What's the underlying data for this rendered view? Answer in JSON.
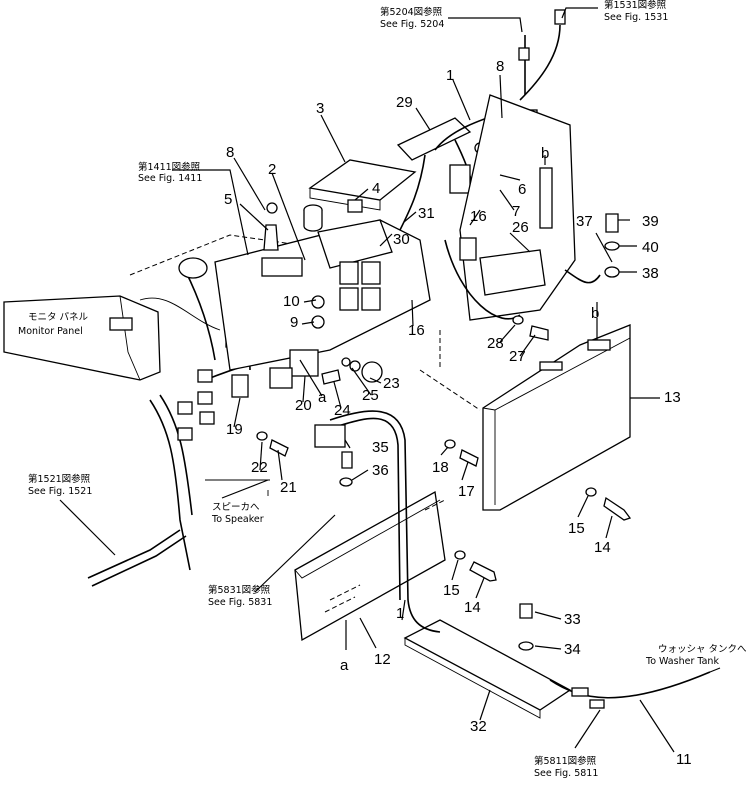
{
  "part_numbers": [
    "1",
    "1",
    "2",
    "3",
    "4",
    "5",
    "6",
    "7",
    "8",
    "8",
    "9",
    "10",
    "11",
    "12",
    "13",
    "14",
    "14",
    "15",
    "15",
    "16",
    "16",
    "17",
    "18",
    "19",
    "20",
    "21",
    "22",
    "23",
    "24",
    "25",
    "26",
    "27",
    "28",
    "29",
    "30",
    "31",
    "32",
    "33",
    "34",
    "35",
    "36",
    "37",
    "38",
    "39",
    "40"
  ],
  "section_labels": [
    "a",
    "a",
    "b",
    "b"
  ],
  "references": {
    "fig5204": {
      "jp": "第5204図参照",
      "en": "See Fig. 5204"
    },
    "fig1531": {
      "jp": "第1531図参照",
      "en": "See Fig. 1531"
    },
    "fig1411": {
      "jp": "第1411図参照",
      "en": "See Fig. 1411"
    },
    "fig1521": {
      "jp": "第1521図参照",
      "en": "See Fig. 1521"
    },
    "fig5831": {
      "jp": "第5831図参照",
      "en": "See Fig. 5831"
    },
    "fig5811": {
      "jp": "第5811図参照",
      "en": "See Fig. 5811"
    }
  },
  "destinations": {
    "monitor_panel": {
      "jp": "モニタ パネル",
      "en": "Monitor Panel"
    },
    "speaker": {
      "jp": "スピーカへ",
      "en": "To Speaker"
    },
    "washer_tank": {
      "jp": "ウォッシャ タンクへ",
      "en": "To Washer Tank"
    }
  }
}
